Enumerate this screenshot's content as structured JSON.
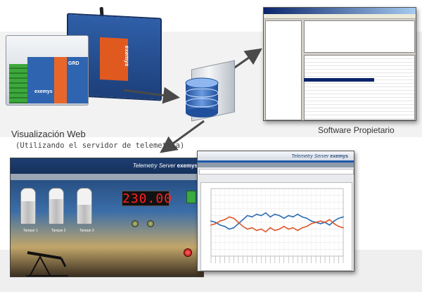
{
  "labels": {
    "grd": "GRD",
    "brand": "exemys",
    "software": "Software Propietario",
    "web_title": "Visualización Web",
    "web_subtitle": "(Utilizando el servidor de telemetría)",
    "telemetry_server": "Telemetry Server",
    "digital_value": "230.00",
    "tank1": "Tanque 1",
    "tank2": "Tanque 2",
    "tank3": "Tanque 3"
  },
  "colors": {
    "arrow": "#4a4a4a",
    "series_blue": "#2e6db4",
    "series_orange": "#e0572a"
  },
  "tanks": [
    0.65,
    0.7,
    0.55
  ],
  "chart_data": {
    "type": "line",
    "title": "",
    "xlabel": "",
    "ylabel": "",
    "ylim": [
      0,
      100
    ],
    "x": [
      1,
      2,
      3,
      4,
      5,
      6,
      7,
      8,
      9,
      10,
      11,
      12,
      13,
      14,
      15,
      16,
      17,
      18,
      19,
      20,
      21,
      22,
      23,
      24,
      25,
      26,
      27,
      28,
      29,
      30
    ],
    "series": [
      {
        "name": "",
        "color": "#2e6db4",
        "values": [
          52,
          50,
          46,
          44,
          40,
          42,
          48,
          54,
          60,
          58,
          62,
          60,
          64,
          58,
          62,
          60,
          56,
          60,
          58,
          62,
          58,
          56,
          52,
          50,
          48,
          50,
          46,
          52,
          56,
          58
        ]
      },
      {
        "name": "",
        "color": "#e0572a",
        "values": [
          46,
          48,
          52,
          54,
          58,
          56,
          50,
          44,
          40,
          42,
          38,
          40,
          36,
          42,
          38,
          40,
          44,
          40,
          42,
          38,
          42,
          44,
          48,
          50,
          52,
          50,
          54,
          48,
          44,
          42
        ]
      }
    ]
  }
}
